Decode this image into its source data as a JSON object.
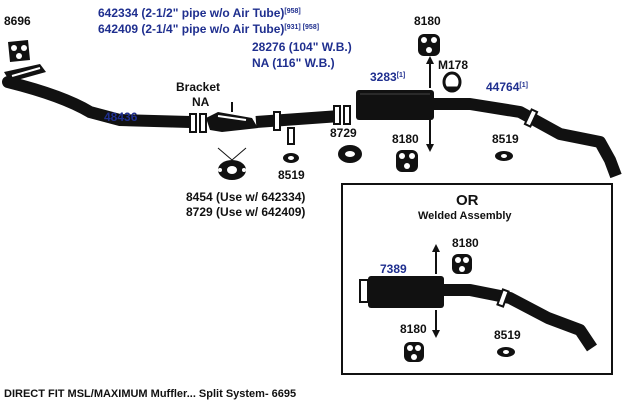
{
  "labels": {
    "p8696": "8696",
    "p642334": "642334 (2-1/2\" pipe w/o Air Tube)",
    "p642334_note": "[958]",
    "p642409": "642409 (2-1/4\" pipe w/o Air Tube)",
    "p642409_note": "[931] [958]",
    "p28276": "28276 (104\" W.B.)",
    "pNA116": "NA (116\" W.B.)",
    "bracket": "Bracket",
    "bracket_na": "NA",
    "p48436": "48436",
    "p8180_top": "8180",
    "pM178": "M178",
    "p3283": "3283",
    "p3283_note": "[1]",
    "p44764": "44764",
    "p44764_note": "[1]",
    "p8729_right": "8729",
    "p8180_mid": "8180",
    "p8519_right": "8519",
    "p8519_mid": "8519",
    "p8454": "8454 (Use w/ 642334)",
    "p8729_use": "8729 (Use w/ 642409)",
    "or_title": "OR",
    "or_sub": "Welded Assembly",
    "or_8180_top": "8180",
    "or_7389": "7389",
    "or_8180_bottom": "8180",
    "or_8519": "8519"
  },
  "caption": "DIRECT FIT MSL/MAXIMUM Muffler... Split System- 6695",
  "colors": {
    "ink": "#111111",
    "part_number_blue": "#1f2f8f",
    "background": "#ffffff"
  },
  "icons": [
    "gasket-icon",
    "hanger-icon",
    "clamp-icon",
    "bracket-icon",
    "arrow-icon"
  ]
}
